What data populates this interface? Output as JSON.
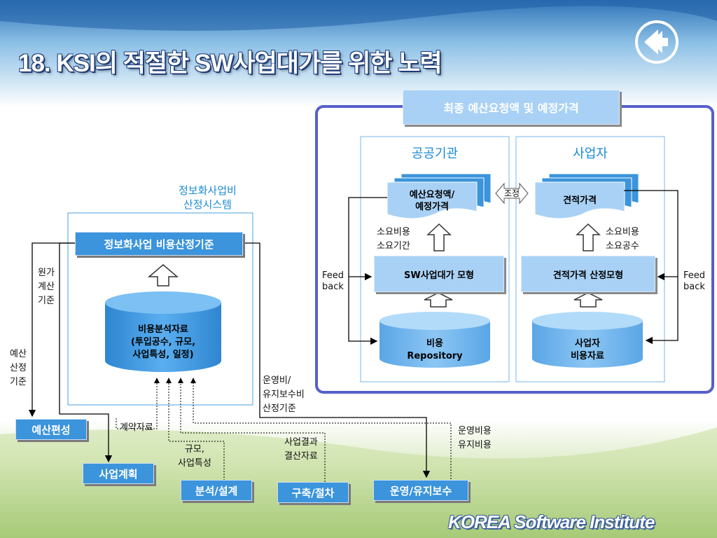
{
  "title": "18. KSI의 적절한 SW사업대가를 위한 노력",
  "left_section": {
    "system_label_line1": "정보화사업비",
    "system_label_line2": "산정시스템",
    "standard_box": "정보화사업 비용산정기준",
    "db_line1": "비용분석자료",
    "db_line2": "(투입공수, 규모,",
    "db_line3": "사업특성, 일정)",
    "cost_basis": [
      "원가",
      "계산",
      "기준"
    ],
    "budget_basis": [
      "예산",
      "산정",
      "기준"
    ],
    "ops_basis": [
      "운영비/",
      "유지보수비",
      "산정기준"
    ],
    "contract_data": "계약자료",
    "scale_line1": "규모,",
    "scale_line2": "사업특성",
    "result_line1": "사업결과",
    "result_line2": "결산자료",
    "ops_cost_line1": "운영비용",
    "ops_cost_line2": "유지비용"
  },
  "stages": {
    "budget": "예산편성",
    "plan": "사업계획",
    "analysis": "분석/설계",
    "build": "구축/절차",
    "ops": "운영/유지보수"
  },
  "right_panel": {
    "header": "최종 예산요청액 및 예정가격",
    "public_title": "공공기관",
    "vendor_title": "사업자",
    "public_doc_line1": "예산요청액/",
    "public_doc_line2": "예정가격",
    "vendor_doc": "견적가격",
    "adjust": "조정",
    "public_inputs_line1": "소요비용",
    "public_inputs_line2": "소요기간",
    "vendor_inputs_line1": "소요비용",
    "vendor_inputs_line2": "소요공수",
    "public_model": "SW사업대가 모형",
    "vendor_model": "견적가격 산정모형",
    "public_db_line1": "비용",
    "public_db_line2": "Repository",
    "vendor_db_line1": "사업자",
    "vendor_db_line2": "비용자료",
    "feedback_left_line1": "Feed",
    "feedback_left_line2": "back",
    "feedback_right_line1": "Feed",
    "feedback_right_line2": "back"
  },
  "footer_logo": "KOREA Software Institute",
  "colors": {
    "box_blue": "#3b94dc",
    "light_blue": "#a9d1f5",
    "panel_border": "#5560c8",
    "label_blue": "#1a8ad4"
  },
  "icons": {
    "back": "back-arrow-icon"
  }
}
